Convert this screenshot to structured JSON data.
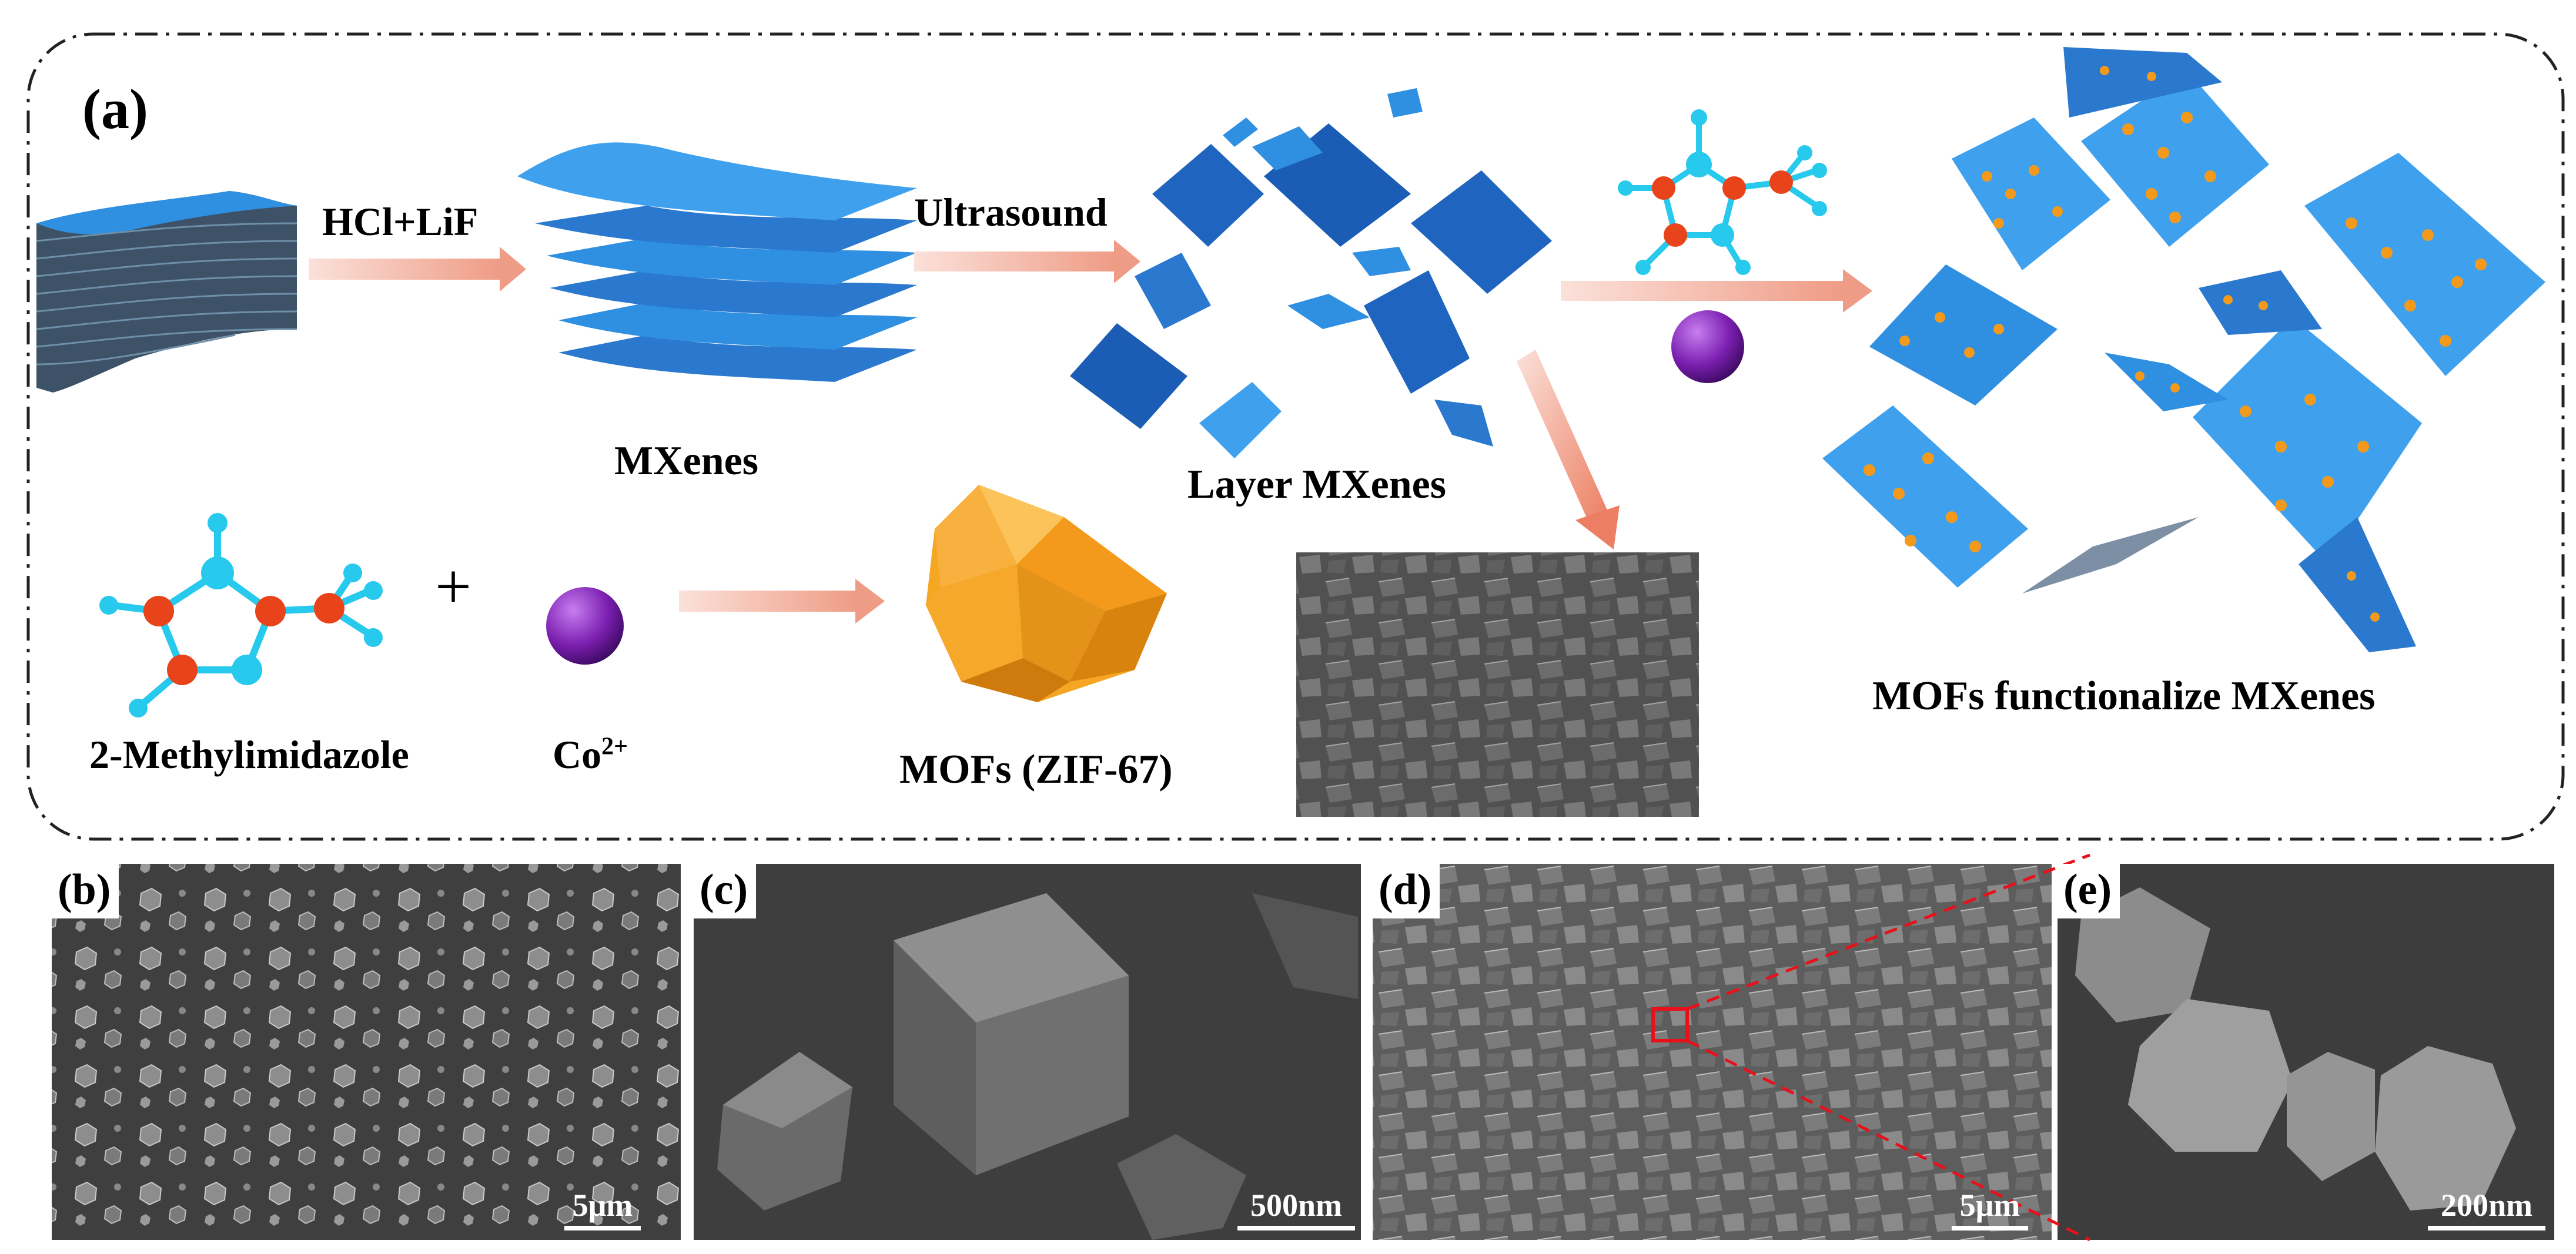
{
  "panels": {
    "a": "(a)",
    "b": "(b)",
    "c": "(c)",
    "d": "(d)",
    "e": "(e)"
  },
  "steps": {
    "etch": "HCl+LiF",
    "sonicate": "Ultrasound"
  },
  "labels": {
    "mxenes": "MXenes",
    "layer_mxenes": "Layer MXenes",
    "ligand": "2-Methylimidazole",
    "plus": "+",
    "cobalt_base": "Co",
    "cobalt_charge": "2+",
    "mofs": "MOFs (ZIF-67)",
    "composite": "MOFs functionalize MXenes"
  },
  "scale_bars": {
    "b": "5μm",
    "c": "500nm",
    "d": "5μm",
    "e": "200nm"
  },
  "colors": {
    "mxene": "#2f8fe0",
    "mxene_dark": "#1556b0",
    "bulk_side": "#3f5566",
    "carbon": "#e8431a",
    "nitrogen": "#27c9ec",
    "cobalt_ion": "#7b1fb0",
    "zif67": "#f5a623",
    "arrow": "#f3b1a3",
    "sem_bg": "#5a5a5a"
  }
}
